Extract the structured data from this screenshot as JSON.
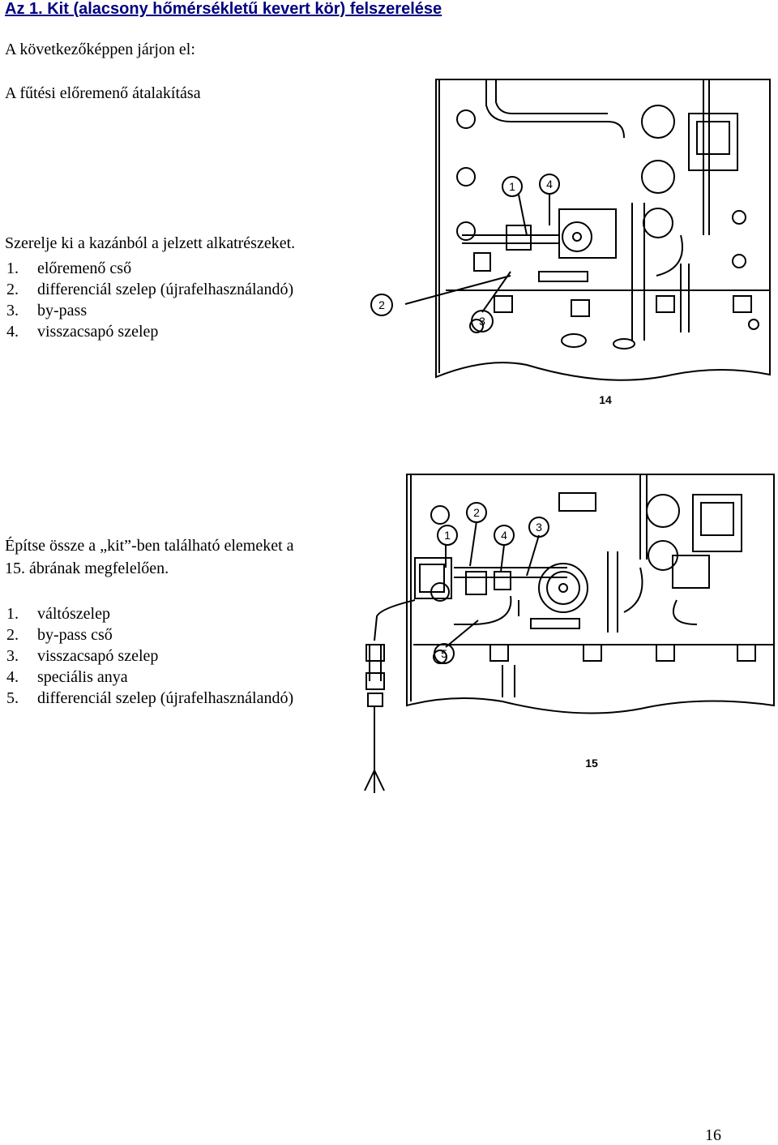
{
  "title": "Az 1. Kit (alacsony hőmérsékletű kevert kör) felszerelése",
  "intro": "A következőképpen járjon el:",
  "section1": {
    "heading": "A fűtési előremenő átalakítása",
    "instruction": "Szerelje ki a kazánból a jelzett alkatrészeket.",
    "items": [
      {
        "num": "1.",
        "text": "előremenő cső"
      },
      {
        "num": "2.",
        "text": "differenciál szelep (újrafelhasználandó)"
      },
      {
        "num": "3.",
        "text": "by-pass"
      },
      {
        "num": "4.",
        "text": "visszacsapó szelep"
      }
    ],
    "figure": {
      "label": "14",
      "callouts": [
        "1",
        "4",
        "2",
        "3"
      ]
    }
  },
  "section2": {
    "instruction_line1": "Építse össze a „kit”-ben található elemeket a",
    "instruction_line2": "15. ábrának megfelelően.",
    "items": [
      {
        "num": "1.",
        "text": "váltószelep"
      },
      {
        "num": "2.",
        "text": "by-pass cső"
      },
      {
        "num": "3.",
        "text": "visszacsapó szelep"
      },
      {
        "num": "4.",
        "text": "speciális anya"
      },
      {
        "num": "5.",
        "text": "differenciál szelep (újrafelhasználandó)"
      }
    ],
    "figure": {
      "label": "15",
      "callouts": [
        "1",
        "2",
        "4",
        "3",
        "5"
      ]
    }
  },
  "page_number": "16"
}
